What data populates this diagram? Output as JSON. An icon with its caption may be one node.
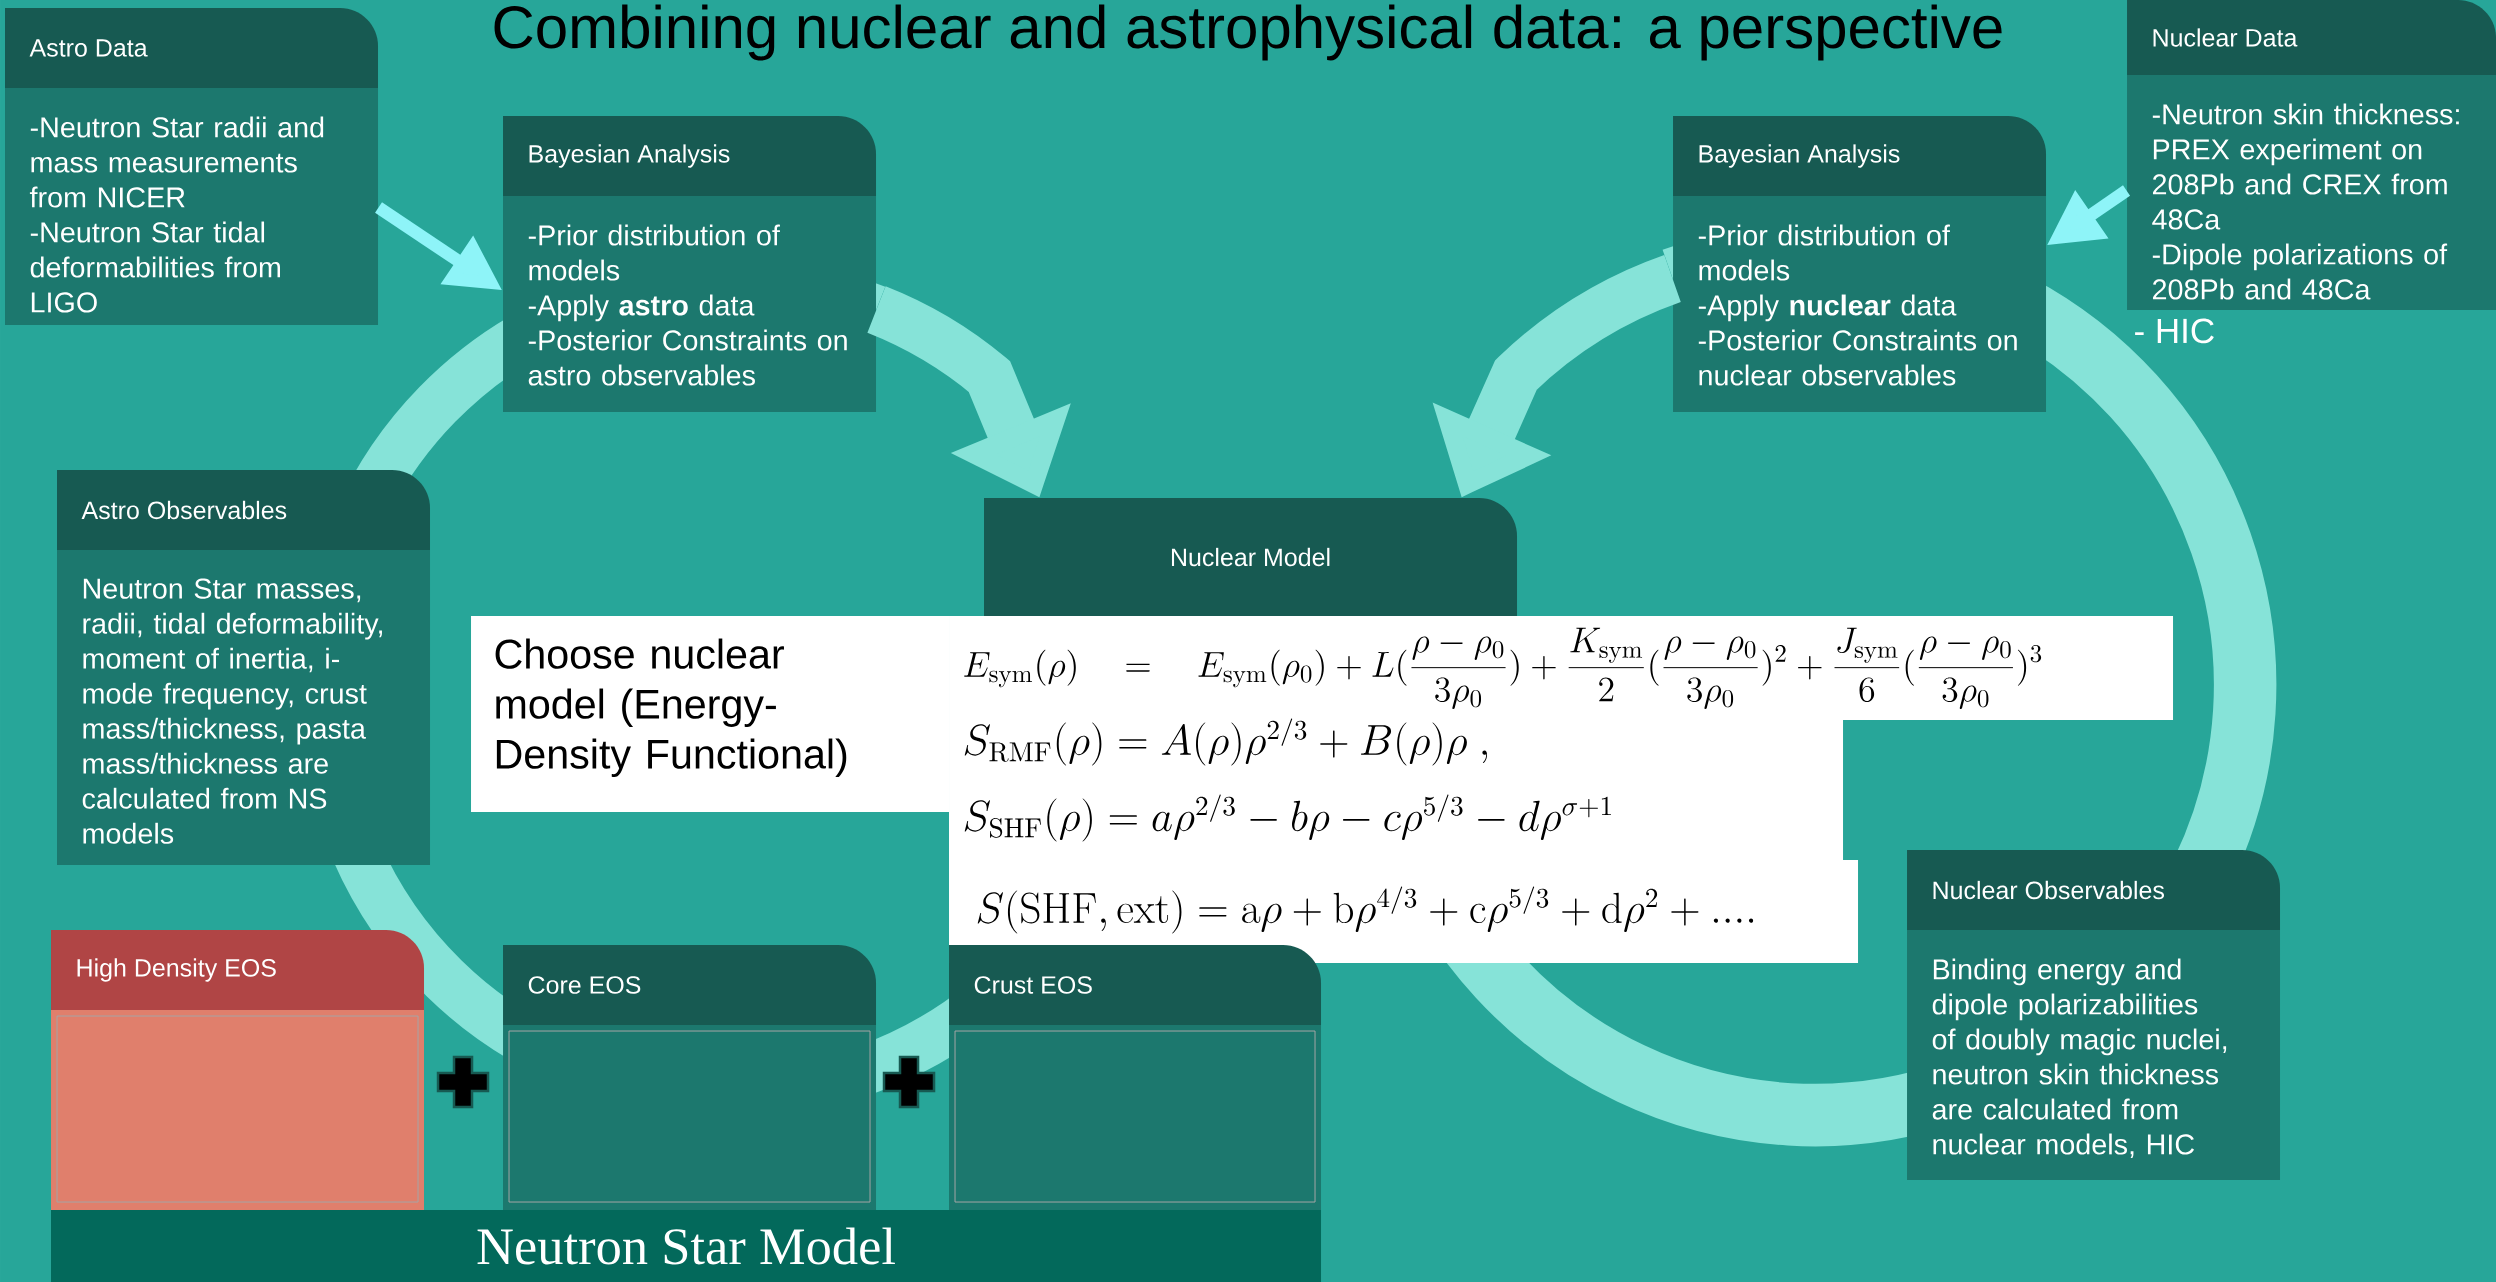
{
  "diagram": {
    "title": "Combining nuclear and astrophysical data: a perspective",
    "nodes": [
      {
        "text": [
          "Astro Data",
          "-Neutron Star radii and mass measurements from NICER",
          "-Neutron Star tidal deformabilities from LIGO"
        ]
      },
      {
        "text": [
          "Bayesian Analysis",
          "-Prior distribution of models",
          "-Apply **astro** data",
          "-Posterior Constraints on astro observables"
        ]
      },
      {
        "text": [
          "Bayesian Analysis",
          "-Prior distribution of models",
          "-Apply **nuclear** data",
          "-Posterior Constraints on nuclear observables"
        ]
      },
      {
        "text": [
          "Nuclear Data",
          "-Neutron skin thickness: PREX experiment on 208Pb and CREX from 48Ca",
          "-Dipole polarizations of 208Pb and 48Ca"
        ],
        "beside": [
          "- HIC"
        ]
      },
      {
        "text": [
          "Astro Observables",
          "Neutron Star masses, radii, tidal deformability, moment of inertia, i-mode frequency, crust mass/thickness, pasta mass/thickness are calculated from NS models"
        ]
      },
      {
        "text": [
          "Nuclear Model"
        ]
      },
      {
        "text": [
          "Choose nuclear model (Energy-Density Functional)"
        ]
      },
      {
        "text": [
          "E_{\\mathrm{sym}}(\\rho) \\quad = \\quad E_{\\mathrm{sym}}(\\rho_0)+L(\\frac{\\rho-\\rho_0}{3\\rho_0})+\\frac{K_{\\mathrm{sym}}}{2}(\\frac{\\rho-\\rho_0}{3\\rho_0})^2+\\frac{J_{\\mathrm{sym}}}{6}(\\frac{\\rho-\\rho_0}{3\\rho_0})^3",
          "S_{\\mathrm{RMF}}(\\rho)=A(\\rho)\\rho^{2/3}+B(\\rho)\\rho\\ ,",
          "S_{\\mathrm{SHF}}(\\rho)=a\\rho^{2/3}-b\\rho-c\\rho^{5/3}-d\\rho^{\\sigma+1}",
          "S(\\mathrm{SHF},\\mathrm{ext})=\\mathrm{a}\\rho+\\mathrm{b}\\rho^{4/3}+\\mathrm{c}\\rho^{5/3}+\\mathrm{d}\\rho^2+...."
        ]
      },
      {
        "text": [
          "Nuclear Observables",
          "Binding energy and dipole polarizabilities of doubly magic nuclei, neutron skin thickness are calculated from nuclear models, HIC"
        ]
      },
      {
        "text": [
          "High Density EOS"
        ]
      },
      {
        "text": [
          "Core EOS"
        ]
      },
      {
        "text": [
          "Crust EOS"
        ]
      },
      {
        "text": [
          "Neutron Star Model"
        ]
      }
    ],
    "edges": [
      {
        "from": 0,
        "to": 1,
        "arrow": "to",
        "color": "#8ef4f8"
      },
      {
        "from": 3,
        "to": 2,
        "arrow": "to",
        "color": "#8ef4f8"
      },
      {
        "from": 1,
        "to": 5,
        "arrow": "to",
        "style": "thick",
        "color": "#86e3d8"
      },
      {
        "from": 2,
        "to": 5,
        "arrow": "to",
        "style": "thick",
        "color": "#86e3d8"
      }
    ]
  }
}
